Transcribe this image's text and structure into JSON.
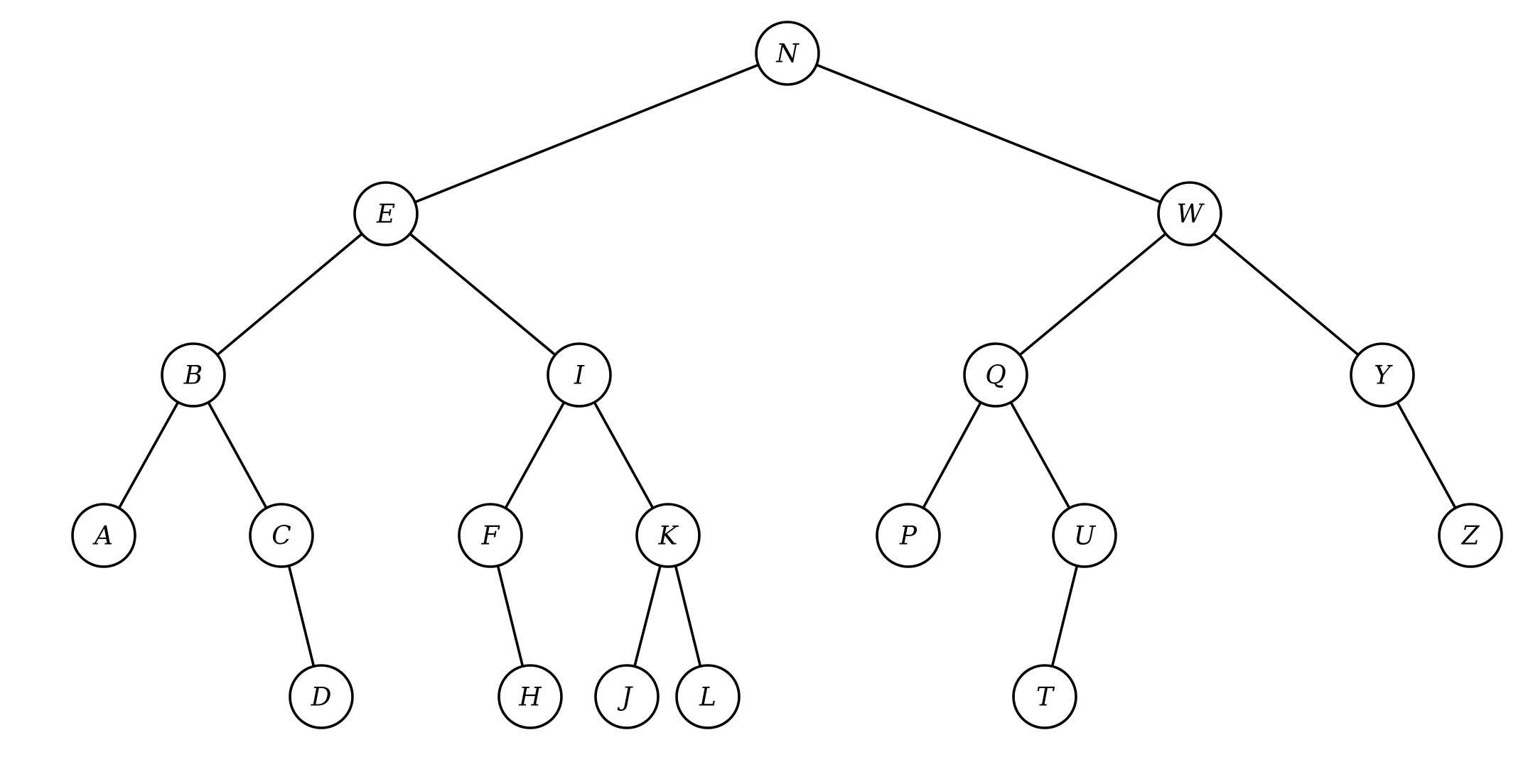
{
  "diagram": {
    "type": "binary-tree",
    "colors": {
      "background": "#ffffff",
      "stroke": "#000000",
      "node_fill": "#ffffff",
      "text": "#000000"
    },
    "nodes": [
      {
        "id": "N",
        "label": "N"
      },
      {
        "id": "E",
        "label": "E"
      },
      {
        "id": "W",
        "label": "W"
      },
      {
        "id": "B",
        "label": "B"
      },
      {
        "id": "I",
        "label": "I"
      },
      {
        "id": "Q",
        "label": "Q"
      },
      {
        "id": "Y",
        "label": "Y"
      },
      {
        "id": "A",
        "label": "A"
      },
      {
        "id": "C",
        "label": "C"
      },
      {
        "id": "F",
        "label": "F"
      },
      {
        "id": "K",
        "label": "K"
      },
      {
        "id": "P",
        "label": "P"
      },
      {
        "id": "U",
        "label": "U"
      },
      {
        "id": "Z",
        "label": "Z"
      },
      {
        "id": "D",
        "label": "D"
      },
      {
        "id": "H",
        "label": "H"
      },
      {
        "id": "J",
        "label": "J"
      },
      {
        "id": "L",
        "label": "L"
      },
      {
        "id": "T",
        "label": "T"
      }
    ],
    "edges": [
      {
        "from": "N",
        "to": "E",
        "side": "left"
      },
      {
        "from": "N",
        "to": "W",
        "side": "right"
      },
      {
        "from": "E",
        "to": "B",
        "side": "left"
      },
      {
        "from": "E",
        "to": "I",
        "side": "right"
      },
      {
        "from": "W",
        "to": "Q",
        "side": "left"
      },
      {
        "from": "W",
        "to": "Y",
        "side": "right"
      },
      {
        "from": "B",
        "to": "A",
        "side": "left"
      },
      {
        "from": "B",
        "to": "C",
        "side": "right"
      },
      {
        "from": "I",
        "to": "F",
        "side": "left"
      },
      {
        "from": "I",
        "to": "K",
        "side": "right"
      },
      {
        "from": "Q",
        "to": "P",
        "side": "left"
      },
      {
        "from": "Q",
        "to": "U",
        "side": "right"
      },
      {
        "from": "Y",
        "to": "Z",
        "side": "right"
      },
      {
        "from": "C",
        "to": "D",
        "side": "right"
      },
      {
        "from": "F",
        "to": "H",
        "side": "right"
      },
      {
        "from": "K",
        "to": "J",
        "side": "left"
      },
      {
        "from": "K",
        "to": "L",
        "side": "right"
      },
      {
        "from": "U",
        "to": "T",
        "side": "left"
      }
    ]
  }
}
